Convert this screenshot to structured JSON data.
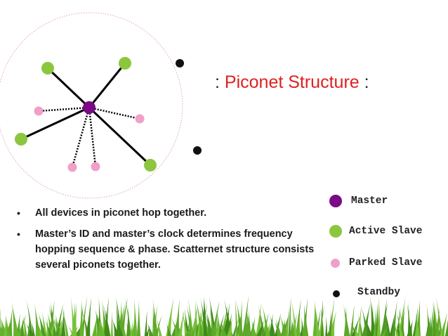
{
  "title": {
    "prefix": ": ",
    "text": "Piconet Structure",
    "suffix": " :"
  },
  "bullets": [
    {
      "marker": "•",
      "text": "All devices in piconet hop together."
    },
    {
      "marker": "•",
      "text": "Master’s ID and master’s clock determines frequency hopping  sequence & phase. Scatternet structure consists several piconets together."
    }
  ],
  "legend": [
    {
      "label": "Master",
      "node_type": "master"
    },
    {
      "label": "Active Slave",
      "node_type": "active_slave"
    },
    {
      "label": "Parked Slave",
      "node_type": "parked_slave"
    },
    {
      "label": "Standby",
      "node_type": "standby"
    }
  ],
  "colors": {
    "master": "#7b0a85",
    "active_slave": "#8cc63f",
    "parked_slave": "#f0a0c8",
    "standby": "#111111",
    "title_accent": "#e02020",
    "piconet_boundary": "#d9a3c7",
    "grass": "#5ea82a"
  },
  "diagram": {
    "nodes": [
      {
        "id": "master",
        "type": "master"
      },
      {
        "id": "active-1",
        "type": "active_slave"
      },
      {
        "id": "active-2",
        "type": "active_slave"
      },
      {
        "id": "active-3",
        "type": "active_slave"
      },
      {
        "id": "active-4",
        "type": "active_slave"
      },
      {
        "id": "parked-1",
        "type": "parked_slave"
      },
      {
        "id": "parked-2",
        "type": "parked_slave"
      },
      {
        "id": "parked-3",
        "type": "parked_slave"
      },
      {
        "id": "parked-4",
        "type": "parked_slave"
      },
      {
        "id": "standby-1",
        "type": "standby"
      },
      {
        "id": "standby-2",
        "type": "standby"
      }
    ],
    "links": [
      {
        "from": "master",
        "to": "active-1",
        "style": "solid"
      },
      {
        "from": "master",
        "to": "active-2",
        "style": "solid"
      },
      {
        "from": "master",
        "to": "active-3",
        "style": "solid"
      },
      {
        "from": "master",
        "to": "active-4",
        "style": "solid"
      },
      {
        "from": "master",
        "to": "parked-1",
        "style": "dotted"
      },
      {
        "from": "master",
        "to": "parked-2",
        "style": "dotted"
      },
      {
        "from": "master",
        "to": "parked-3",
        "style": "dotted"
      },
      {
        "from": "master",
        "to": "parked-4",
        "style": "dotted"
      }
    ]
  }
}
